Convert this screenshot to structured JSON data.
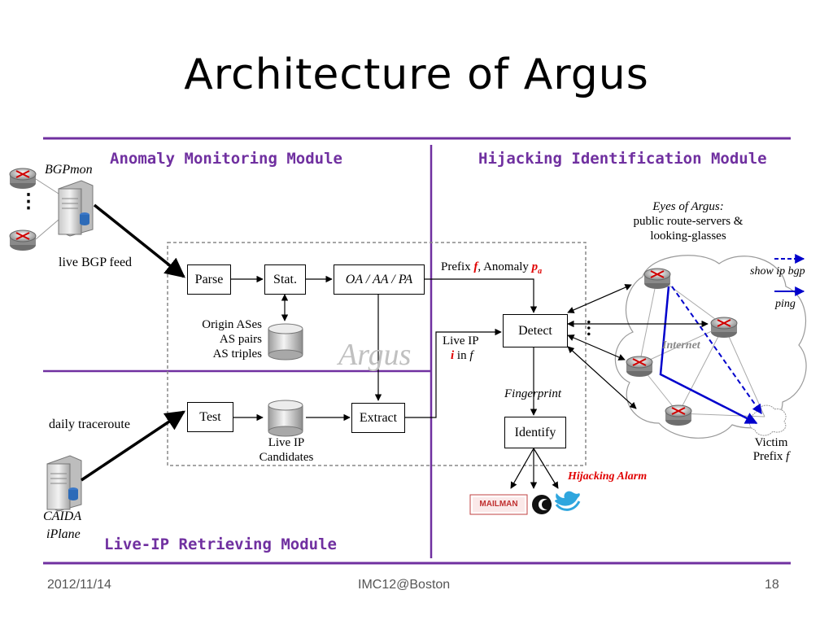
{
  "title": "Architecture of Argus",
  "modules": {
    "anomaly": "Anomaly Monitoring Module",
    "hijacking": "Hijacking Identification Module",
    "liveip": "Live-IP Retrieving Module"
  },
  "sources": {
    "bgpmon": "BGPmon",
    "live_bgp_feed": "live BGP feed",
    "daily_traceroute": "daily traceroute",
    "caida": "CAIDA",
    "iplane": "iPlane",
    "dots": "⋮"
  },
  "boxes": {
    "parse": "Parse",
    "stat": "Stat.",
    "oa": "OA / AA / PA",
    "test": "Test",
    "extract": "Extract",
    "detect": "Detect",
    "identify": "Identify"
  },
  "databases": {
    "origin_line1": "Origin ASes",
    "origin_line2": "AS pairs",
    "origin_line3": "AS triples",
    "liveip_line1": "Live IP",
    "liveip_line2": "Candidates"
  },
  "watermark": "Argus",
  "labels": {
    "prefix_anomaly": [
      "Prefix ",
      "f",
      ", Anomaly ",
      "p",
      "a"
    ],
    "live_ip_line1": "Live IP",
    "live_ip_i": "i",
    "live_ip_in": " in ",
    "live_ip_f": "f",
    "fingerprint": "Fingerprint",
    "hijacking_alarm": "Hijacking Alarm",
    "eyes_title": "Eyes of Argus:",
    "eyes_line2": "public route-servers &",
    "eyes_line3": "looking-glasses",
    "show_ip_bgp": "show ip bgp",
    "ping": "ping",
    "internet": "Internet",
    "victim": "Victim",
    "victim_prefix": "Prefix ",
    "victim_f": "f",
    "hdots": "…"
  },
  "alert_channels": {
    "mailman": "MAILMAN"
  },
  "colors": {
    "module": "#7030a0",
    "alarm": "#e00000",
    "path": "#0000cc"
  },
  "footer": {
    "date": "2012/11/14",
    "venue": "IMC12@Boston",
    "page": "18"
  }
}
